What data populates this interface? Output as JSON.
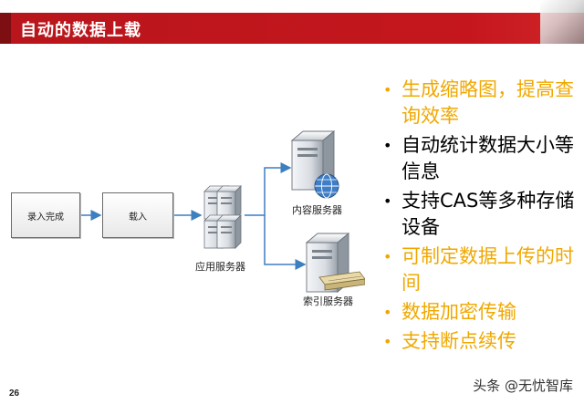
{
  "header": {
    "title": "自动的数据上载",
    "accent_color": "#c5161d"
  },
  "diagram": {
    "nodes": {
      "input_done": "录入完成",
      "load": "载入",
      "app_server": "应用服务器",
      "content_server": "内容服务器",
      "index_server": "索引服务器"
    },
    "icons": [
      "app-server-cluster-icon",
      "content-server-globe-icon",
      "index-server-drawer-icon"
    ],
    "arrow_color": "#3d7fbf"
  },
  "bullets": [
    {
      "text": "生成缩略图，提高查询效率",
      "color": "#f0a800"
    },
    {
      "text": "自动统计数据大小等信息",
      "color": "#000000"
    },
    {
      "text": "支持CAS等多种存储设备",
      "color": "#000000"
    },
    {
      "text": "可制定数据上传的时间",
      "color": "#f0a800"
    },
    {
      "text": "数据加密传输",
      "color": "#f0a800"
    },
    {
      "text": "支持断点续传",
      "color": "#f0a800"
    }
  ],
  "footer": {
    "page_number": "26",
    "watermark": "头条 @无忧智库"
  }
}
